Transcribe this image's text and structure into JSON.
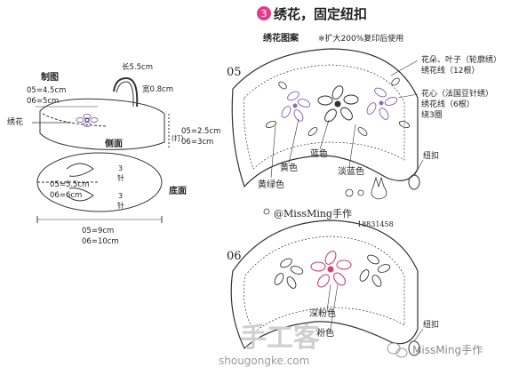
{
  "header": {
    "step_number": "3",
    "title": "绣花，固定纽扣",
    "subtitle": "绣花图案",
    "subtitle_note": "※扩大200%复印后使用"
  },
  "left_diagram": {
    "heading": "制图",
    "dim_width_top": "05=4.5cm\n06=5cm",
    "label_handle_len": "长5.5cm",
    "label_handle_width": "宽0.8cm",
    "label_embroidery": "绣花",
    "label_side": "侧面",
    "label_stitch": "(打)",
    "dim_height": "05=2.5cm\n06=3cm",
    "dim_bottom_inner": "05=5.5cm\n06=6cm",
    "label_three_top": "3\n针",
    "label_three_bottom": "3\n针",
    "label_bottom": "底面",
    "dim_bottom_outer": "05=9cm\n06=10cm"
  },
  "pattern_05": {
    "size_label": "05",
    "note_flowers": "花朵、叶子（轮廓绣）",
    "note_flowers_thread": "绣花线（12根）",
    "note_center": "花心（法国豆针绣）",
    "note_center_thread": "绣花线（6根）",
    "note_center_turns": "绕3圈",
    "color_blue": "蓝色",
    "color_yellow": "黄色",
    "color_light_blue": "淡蓝色",
    "color_yellow_green": "黄绿色",
    "button": "纽扣"
  },
  "pattern_06": {
    "size_label": "06",
    "color_deep_pink": "深粉色",
    "color_pink": "粉色",
    "button": "纽扣"
  },
  "watermarks": {
    "author": "@MissMing手作",
    "phone": "18831458",
    "site_cn": "手工客",
    "site_url": "shougongke.com",
    "corner_brand": "MissMing手作"
  },
  "colors": {
    "line": "#333333",
    "step_badge": "#e8388a",
    "flower_pink": "#d0456f",
    "flower_purple": "#8a6bb8"
  }
}
